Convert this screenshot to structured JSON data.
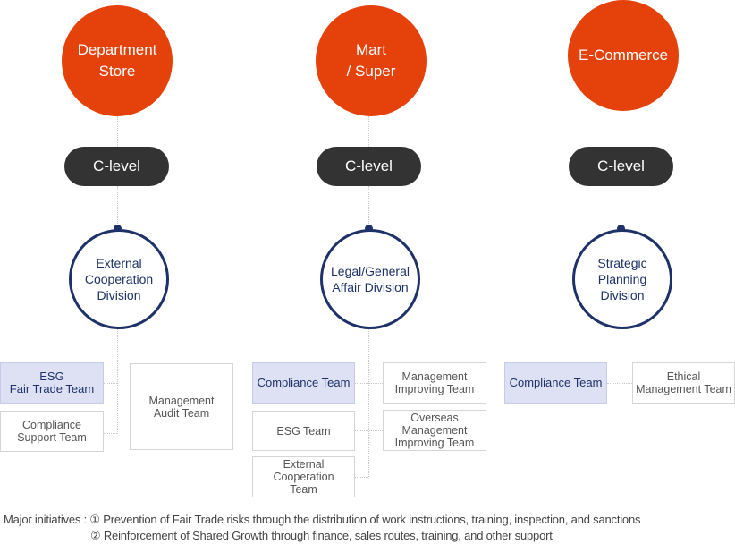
{
  "columns": [
    {
      "org": "Department\nStore",
      "clevel": "C-level",
      "division": "External\nCooperation\nDivision",
      "teams": [
        "ESG\nFair Trade Team",
        "Compliance\nSupport Team",
        "Management\nAudit Team"
      ]
    },
    {
      "org": "Mart\n/ Super",
      "clevel": "C-level",
      "division": "Legal/General\nAffair Division",
      "teams": [
        "Compliance Team",
        "ESG Team",
        "External\nCooperation\nTeam",
        "Management\nImproving Team",
        "Overseas\nManagement\nImproving Team"
      ]
    },
    {
      "org": "E-Commerce",
      "clevel": "C-level",
      "division": "Strategic\nPlanning\nDivision",
      "teams": [
        "Compliance Team",
        "Ethical\nManagement Team"
      ]
    }
  ],
  "footer": {
    "line1": "Major initiatives : ① Prevention of Fair Trade risks through the distribution of work instructions, training, inspection, and sanctions",
    "line2": "② Reinforcement of Shared Growth through finance, sales routes, training, and other support"
  },
  "colors": {
    "org": "#e5410b",
    "clevel": "#333333",
    "division": "#1e3168",
    "highlight": "#dde1f3"
  }
}
